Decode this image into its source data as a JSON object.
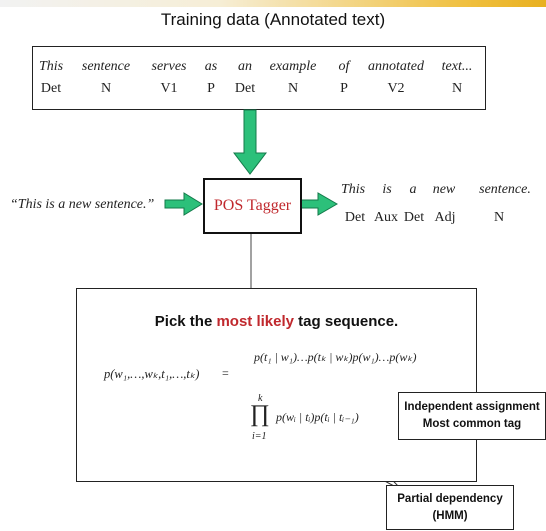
{
  "title": "Training data (Annotated text)",
  "training": {
    "words": [
      "This",
      "sentence",
      "serves",
      "as",
      "an",
      "example",
      "of",
      "annotated",
      "text..."
    ],
    "tags": [
      "Det",
      "N",
      "V1",
      "P",
      "Det",
      "N",
      "P",
      "V2",
      "N"
    ]
  },
  "tagger": {
    "label": "POS Tagger"
  },
  "input": {
    "sentence": "“This is a new sentence.”"
  },
  "output": {
    "words": [
      "This",
      "is",
      "a",
      "new",
      "sentence."
    ],
    "tags": [
      "Det",
      "Aux",
      "Det",
      "Adj",
      "N"
    ]
  },
  "pick": {
    "title_before": "Pick the ",
    "title_highlight": "most likely",
    "title_after": " tag sequence."
  },
  "formula": {
    "lhs": "p(w₁,…,wₖ,t₁,…,tₖ)",
    "equals": "=",
    "case1": "p(t₁ | w₁)…p(tₖ | wₖ)p(w₁)…p(wₖ)",
    "prod_upper": "k",
    "prod_symbol": "∏",
    "prod_lower": "i=1",
    "case2": "p(wᵢ | tᵢ)p(tᵢ | tᵢ₋₁)"
  },
  "callouts": {
    "independent_line1": "Independent assignment",
    "independent_line2": "Most common tag",
    "partial_line1": "Partial dependency",
    "partial_line2": "(HMM)"
  },
  "colors": {
    "arrow": "#2cc07a",
    "arrow_outline": "#137a4a",
    "accent_red": "#c0282d"
  }
}
